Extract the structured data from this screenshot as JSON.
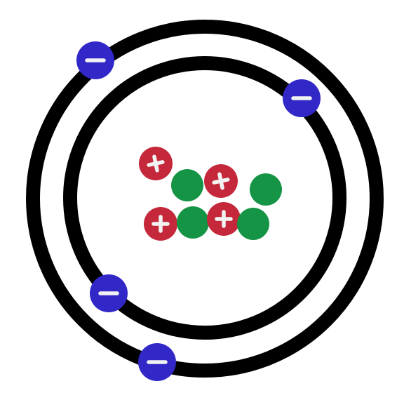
{
  "colors": {
    "background": "#ffffff",
    "orbit": "#000000",
    "electron": "#3228c8",
    "electron_symbol": "#f2f2f2",
    "proton": "#c4283a",
    "proton_symbol": "#f2f2f2",
    "neutron": "#169445"
  },
  "particles": {
    "electron_icon": "minus-sign",
    "proton_icon": "plus-sign",
    "neutron_icon": "plain-circle",
    "electron_count": 4,
    "proton_count": 4,
    "neutron_count": 4
  }
}
